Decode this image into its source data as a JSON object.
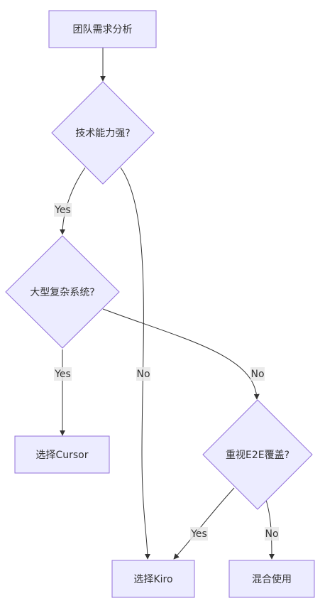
{
  "nodes": {
    "analyze": {
      "label": "团队需求分析"
    },
    "tech_strong": {
      "label": "技术能力强?"
    },
    "large_complex": {
      "label": "大型复杂系统?"
    },
    "pick_cursor": {
      "label": "选择Cursor"
    },
    "e2e_coverage": {
      "label": "重视E2E覆盖?"
    },
    "pick_kiro": {
      "label": "选择Kiro"
    },
    "mixed_use": {
      "label": "混合使用"
    }
  },
  "edges": {
    "tech_yes": "Yes",
    "tech_no": "No",
    "large_yes": "Yes",
    "large_no": "No",
    "e2e_yes": "Yes",
    "e2e_no": "No"
  },
  "colors": {
    "node_fill": "#ececff",
    "node_stroke": "#9370db",
    "edge": "#333333"
  }
}
